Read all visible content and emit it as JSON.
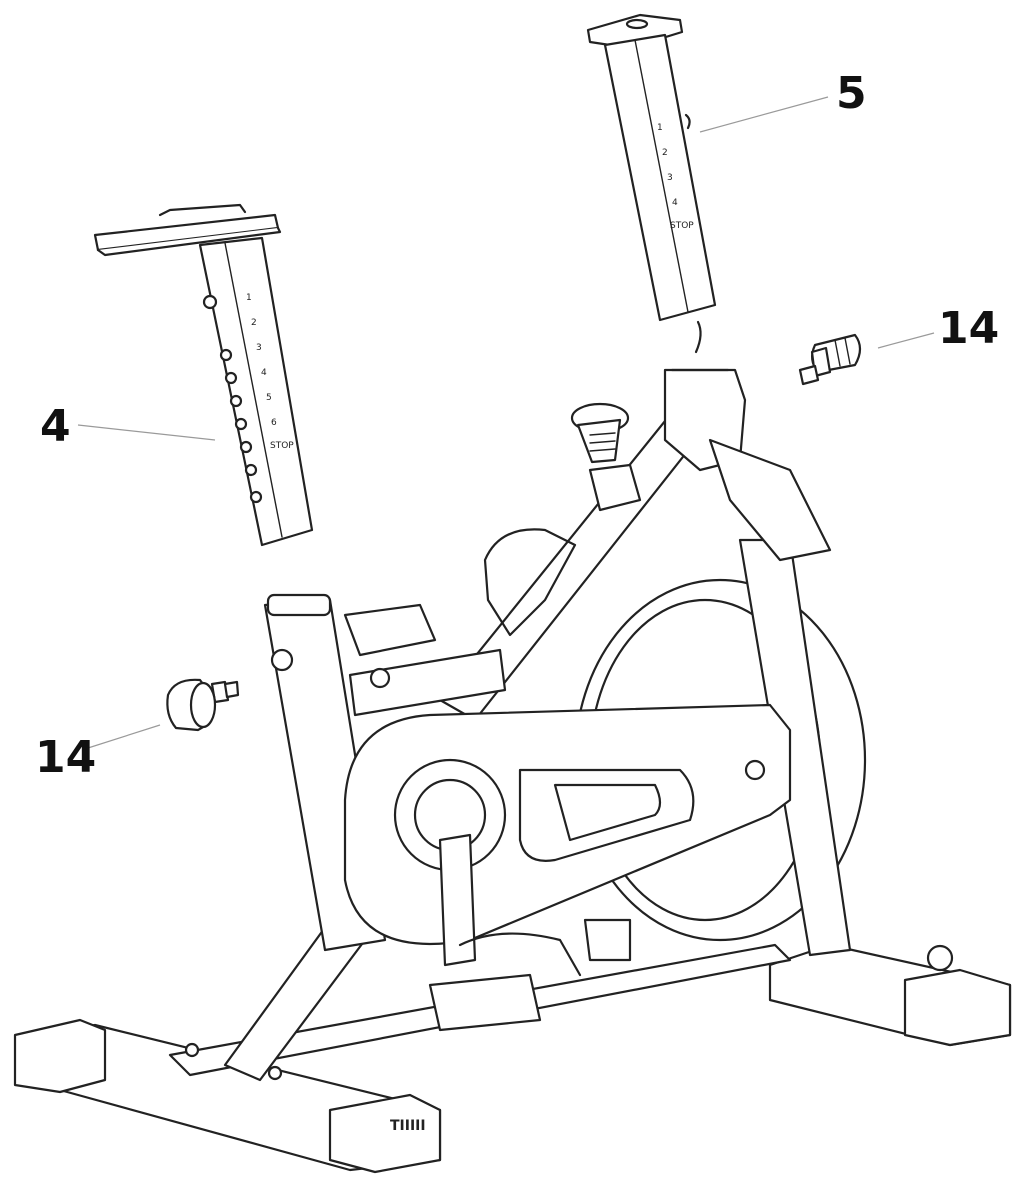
{
  "callouts": {
    "handlebar_post": "4",
    "seat_post": "5",
    "knob_right": "14",
    "knob_left": "14"
  },
  "post_marks": {
    "handlebar": [
      "1",
      "2",
      "3",
      "4",
      "5",
      "6",
      "STOP"
    ],
    "seat": [
      "1",
      "2",
      "3",
      "4",
      "STOP"
    ]
  },
  "base_logo": "TIIIII"
}
